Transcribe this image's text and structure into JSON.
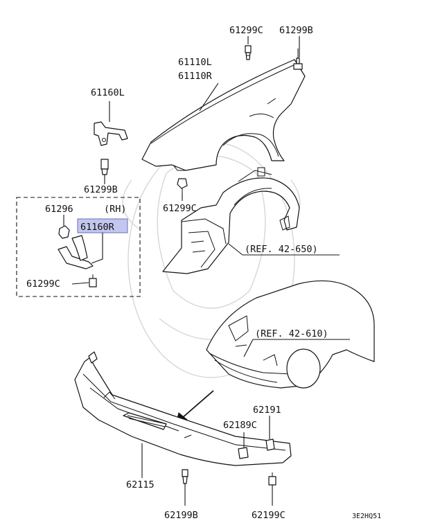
{
  "diagram": {
    "labels": {
      "p61299c_top": "61299C",
      "p61299b_top": "61299B",
      "p61110l": "61110L",
      "p61110r": "61110R",
      "p61160l": "61160L",
      "p61299b_left": "61299B",
      "p61296": "61296",
      "rh_tag": "(RH)",
      "p61160r": "61160R",
      "p61299c_box": "61299C",
      "p61299c_mid": "61299C",
      "ref_42_650": "(REF. 42-650)",
      "ref_42_610": "(REF. 42-610)",
      "p62191": "62191",
      "p62189c": "62189C",
      "p62115": "62115",
      "p62199b": "62199B",
      "p62199c": "62199C",
      "diagram_code": "3E2HQ51"
    },
    "highlight_color": "#c3c7ef",
    "line_color": "#111111"
  }
}
